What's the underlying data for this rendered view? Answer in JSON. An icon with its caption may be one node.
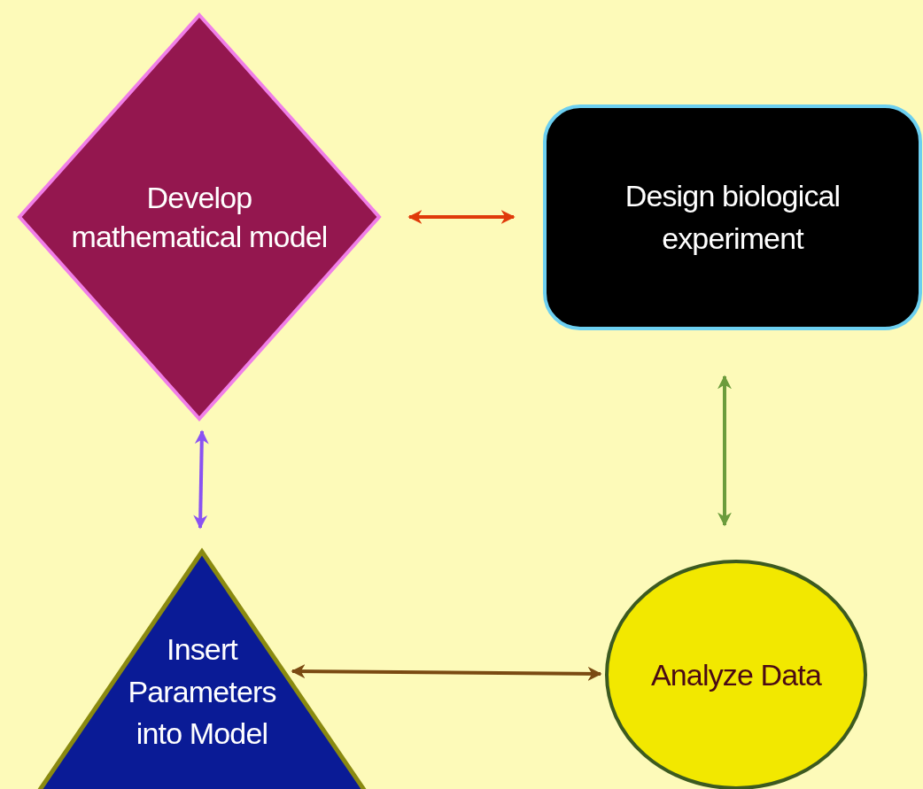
{
  "diagram": {
    "nodes": [
      {
        "text": [
          "Develop mathematical model"
        ]
      },
      {
        "text": [
          "Design biological experiment"
        ]
      },
      {
        "text": [
          "Insert Parameters into Model"
        ]
      },
      {
        "text": [
          "Analyze Data"
        ]
      }
    ],
    "edges": [
      {
        "from": 0,
        "to": 1,
        "arrow": "both",
        "color": "#e03a0a"
      },
      {
        "from": 1,
        "to": 3,
        "arrow": "both",
        "color": "#6c9c3c"
      },
      {
        "from": 2,
        "to": 3,
        "arrow": "both",
        "color": "#7a4a12"
      },
      {
        "from": 0,
        "to": 2,
        "arrow": "both",
        "color": "#8a52f2"
      }
    ]
  }
}
